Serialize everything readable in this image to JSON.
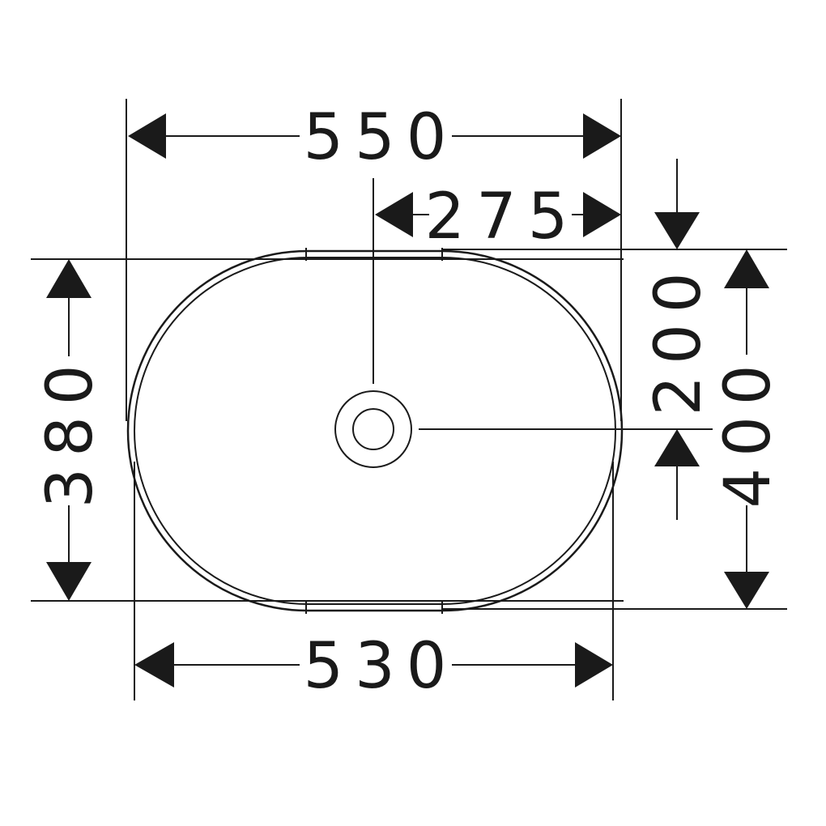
{
  "drawing": {
    "subject": "oval washbasin top view",
    "stroke_color": "#1a1a1a",
    "background_color": "#ffffff"
  },
  "dimensions": {
    "overall_width": "550",
    "drain_offset_x": "275",
    "base_width": "530",
    "base_depth": "380",
    "drain_offset_y": "200",
    "overall_depth": "400"
  }
}
